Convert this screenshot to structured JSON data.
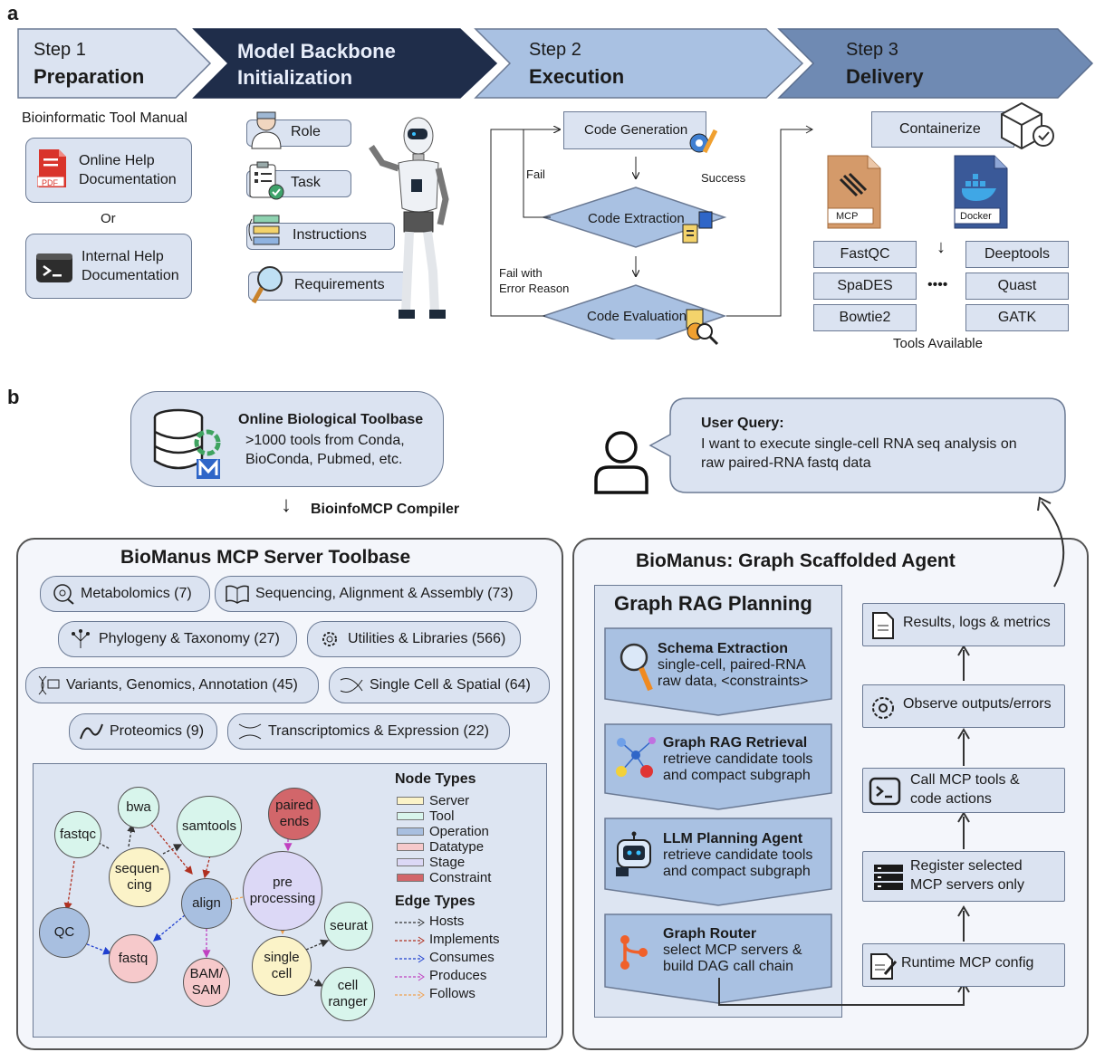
{
  "panel_a": {
    "label": "a",
    "steps": [
      {
        "line1": "Step 1",
        "line2": "Preparation"
      },
      {
        "line1": "Model Backbone",
        "line2": "Initialization"
      },
      {
        "line1": "Step 2",
        "line2": "Execution"
      },
      {
        "line1": "Step 3",
        "line2": "Delivery"
      }
    ],
    "preparation": {
      "title": "Bioinformatic Tool Manual",
      "online_line1": "Online Help",
      "online_line2": "Documentation",
      "pdf_label": "PDF",
      "or": "Or",
      "internal_line1": "Internal Help",
      "internal_line2": "Documentation"
    },
    "backbone": {
      "role": "Role",
      "task": "Task",
      "instructions": "Instructions",
      "requirements": "Requirements"
    },
    "execution": {
      "code_generation": "Code Generation",
      "code_extraction": "Code Extraction",
      "code_evaluation": "Code Evaluation",
      "fail": "Fail",
      "success": "Success",
      "fail_with_line1": "Fail with",
      "fail_with_line2": "Error Reason"
    },
    "delivery": {
      "containerize": "Containerize",
      "mcp_label": "MCP",
      "docker_label": "Docker",
      "tools_left": [
        "FastQC",
        "SpaDES",
        "Bowtie2"
      ],
      "tools_right": [
        "Deeptools",
        "Quast",
        "GATK"
      ],
      "dots": "••••",
      "tools_available": "Tools Available"
    }
  },
  "panel_b": {
    "label": "b",
    "online_toolbase": {
      "title": "Online Biological Toolbase",
      "line1": ">1000 tools from Conda,",
      "line2": "BioConda, Pubmed, etc."
    },
    "compiler": "BioinfoMCP Compiler",
    "user_query": {
      "title": "User Query:",
      "line1": "I want to execute single-cell RNA seq analysis on",
      "line2": "raw paired-RNA fastq data"
    },
    "server_toolbase": {
      "title": "BioManus MCP Server Toolbase",
      "categories": [
        "Metabolomics (7)",
        "Sequencing, Alignment & Assembly (73)",
        "Phylogeny & Taxonomy (27)",
        "Utilities & Libraries (566)",
        "Variants, Genomics, Annotation (45)",
        "Single Cell & Spatial (64)",
        "Proteomics (9)",
        "Transcriptomics & Expression (22)"
      ],
      "graph_nodes": {
        "fastqc": "fastqc",
        "bwa": "bwa",
        "samtools": "samtools",
        "paired_ends": "paired ends",
        "sequencing_1": "sequen-",
        "sequencing_2": "cing",
        "align": "align",
        "pre_1": "pre",
        "pre_2": "processing",
        "qc": "QC",
        "fastq": "fastq",
        "bam_1": "BAM/",
        "bam_2": "SAM",
        "single_1": "single",
        "single_2": "cell",
        "seurat": "seurat",
        "cellranger_1": "cell",
        "cellranger_2": "ranger"
      },
      "node_types_title": "Node Types",
      "node_types": [
        "Server",
        "Tool",
        "Operation",
        "Datatype",
        "Stage",
        "Constraint"
      ],
      "node_colors": [
        "#fbf3c8",
        "#d8f5ec",
        "#a8bfe0",
        "#f6c9cb",
        "#dcd8f6",
        "#d2666a"
      ],
      "edge_types_title": "Edge Types",
      "edge_types": [
        "Hosts",
        "Implements",
        "Consumes",
        "Produces",
        "Follows"
      ],
      "edge_colors": [
        "#333333",
        "#b03020",
        "#2040d0",
        "#c040c0",
        "#f0a050"
      ]
    },
    "agent": {
      "title": "BioManus: Graph Scaffolded Agent",
      "rag_title": "Graph RAG Planning",
      "rag_steps": [
        {
          "title": "Schema Extraction",
          "line1": "single-cell, paired-RNA",
          "line2": "raw data, <constraints>"
        },
        {
          "title": "Graph RAG Retrieval",
          "line1": "retrieve candidate tools",
          "line2": "and compact subgraph"
        },
        {
          "title": "LLM Planning Agent",
          "line1": "retrieve candidate tools",
          "line2": "and compact subgraph"
        },
        {
          "title": "Graph Router",
          "line1": "select MCP servers &",
          "line2": "build DAG call chain"
        }
      ],
      "exec_steps": [
        {
          "line1": "Results, logs & metrics",
          "line2": ""
        },
        {
          "line1": "Observe outputs/errors",
          "line2": ""
        },
        {
          "line1": "Call MCP tools &",
          "line2": "code actions"
        },
        {
          "line1": "Register selected",
          "line2": "MCP servers only"
        },
        {
          "line1": "Runtime MCP config",
          "line2": ""
        }
      ]
    }
  }
}
